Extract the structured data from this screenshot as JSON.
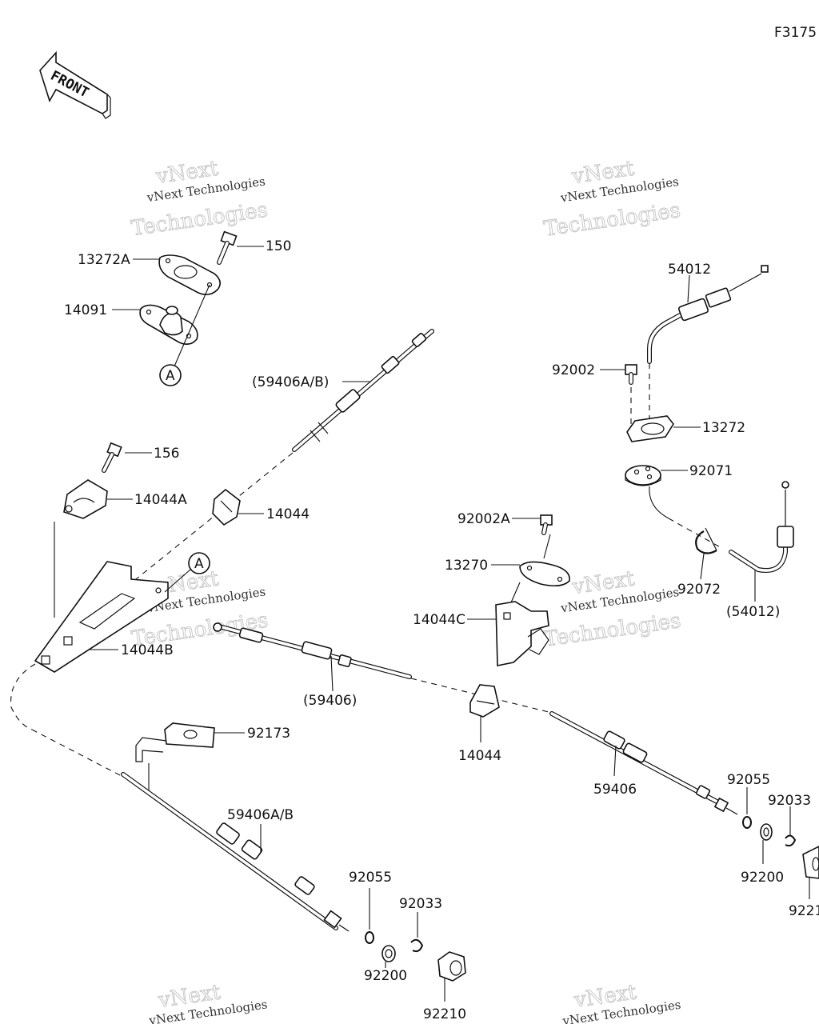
{
  "page_code": "F3175",
  "front_arrow_label": "FRONT",
  "watermark": {
    "small": "vNext Technologies",
    "top": "vNext",
    "large": "Technologies"
  },
  "callout_marker": "A",
  "labels": {
    "p13272A": "13272A",
    "p150": "150",
    "p14091": "14091",
    "p59406AB_paren": "(59406A/B)",
    "p156": "156",
    "p14044A": "14044A",
    "p14044_top": "14044",
    "p14044B": "14044B",
    "p59406_paren": "(59406)",
    "p92173": "92173",
    "p59406AB": "59406A/B",
    "p92055_left": "92055",
    "p92033_left": "92033",
    "p92200_left": "92200",
    "p92210": "92210",
    "p54012": "54012",
    "p92002": "92002",
    "p13272": "13272",
    "p92071": "92071",
    "p92072": "92072",
    "p54012_paren": "(54012)",
    "p92002A": "92002A",
    "p13270": "13270",
    "p14044C": "14044C",
    "p14044_mid": "14044",
    "p59406": "59406",
    "p92055_right": "92055",
    "p92033_right": "92033",
    "p92200_right": "92200",
    "p922_right": "9221"
  }
}
